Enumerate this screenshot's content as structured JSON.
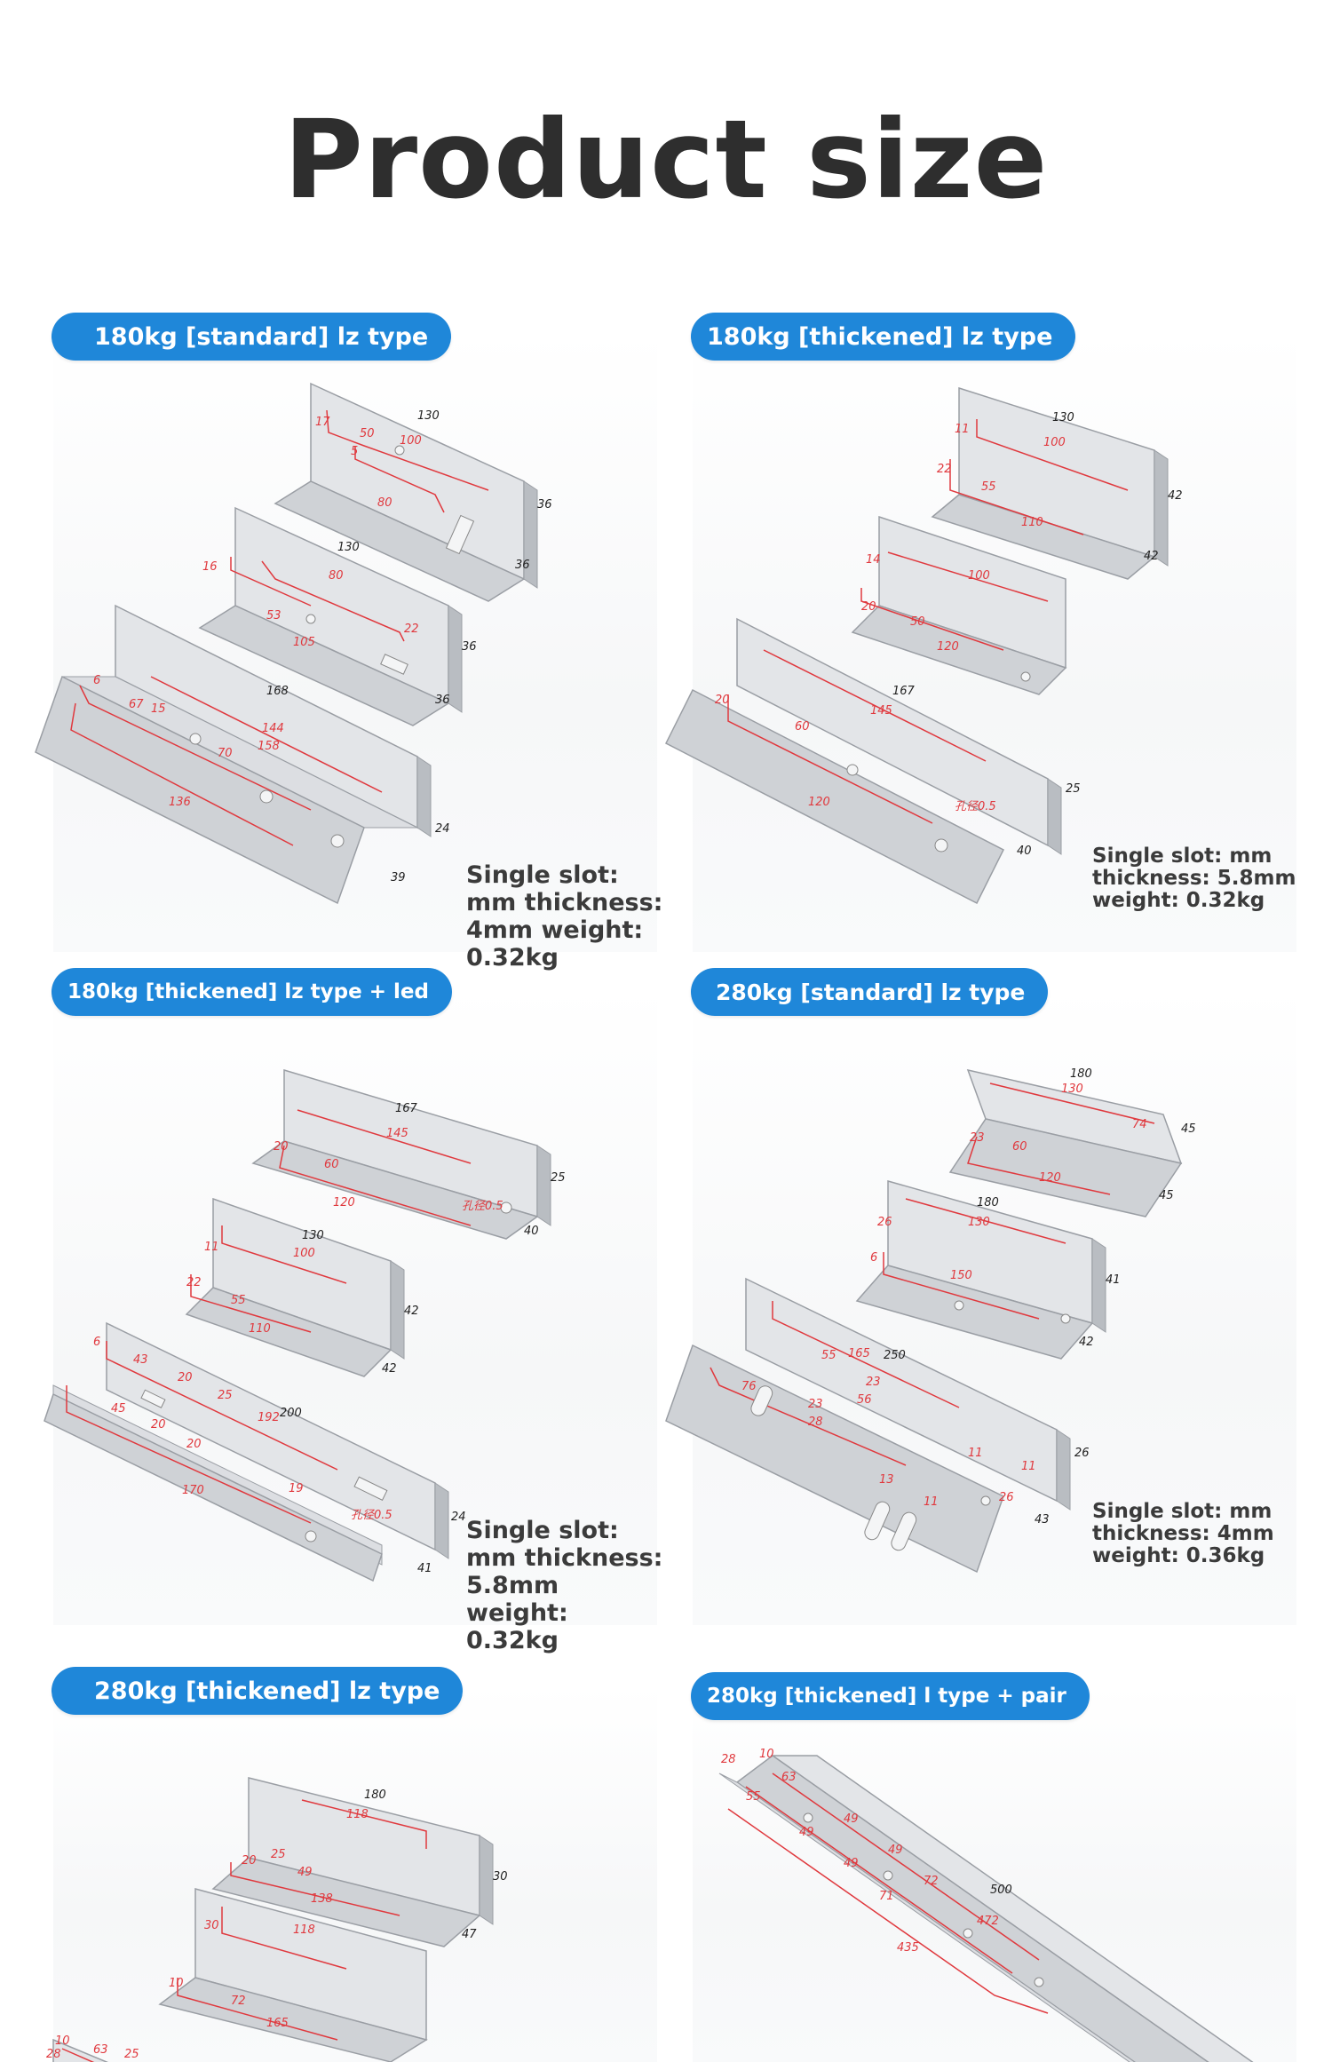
{
  "title": "Product size",
  "colors": {
    "accent": "#1f87d9",
    "dimension": "#e0393e",
    "metal": "#d9dbde"
  },
  "sections": [
    {
      "label": "180kg [standard] lz type",
      "spec_lines": [
        "Single slot: mm thickness:",
        "4mm weight: 0.32kg"
      ],
      "brackets": [
        {
          "dims": [
            "130",
            "17",
            "50",
            "100",
            "5",
            "80",
            "36",
            "36"
          ]
        },
        {
          "dims": [
            "130",
            "16",
            "80",
            "53",
            "105",
            "22",
            "36",
            "36"
          ]
        },
        {
          "dims": [
            "168",
            "6",
            "67",
            "15",
            "144",
            "158",
            "70",
            "136",
            "24",
            "39"
          ]
        }
      ]
    },
    {
      "label": "180kg [thickened] lz type",
      "spec_lines": [
        "Single slot: mm",
        "thickness: 5.8mm",
        "weight: 0.32kg"
      ],
      "brackets": [
        {
          "dims": [
            "130",
            "11",
            "100",
            "22",
            "55",
            "110",
            "42",
            "42"
          ]
        },
        {
          "dims": [
            "14",
            "100",
            "20",
            "50",
            "120"
          ]
        },
        {
          "dims": [
            "167",
            "20",
            "145",
            "60",
            "120",
            "孔径0.5",
            "25",
            "40"
          ]
        }
      ]
    },
    {
      "label": "180kg [thickened] lz type + led",
      "spec_lines": [
        "Single slot: mm thickness:",
        "5.8mm weight: 0.32kg"
      ],
      "brackets": [
        {
          "dims": [
            "167",
            "20",
            "145",
            "60",
            "120",
            "孔径0.5",
            "25",
            "40"
          ]
        },
        {
          "dims": [
            "130",
            "11",
            "100",
            "22",
            "55",
            "110",
            "42",
            "42"
          ]
        },
        {
          "dims": [
            "200",
            "6",
            "43",
            "20",
            "25",
            "192",
            "45",
            "20",
            "20",
            "170",
            "19",
            "孔径0.5",
            "24",
            "41"
          ]
        }
      ]
    },
    {
      "label": "280kg [standard] lz type",
      "spec_lines": [
        "Single slot: mm",
        "thickness: 4mm",
        "weight: 0.36kg"
      ],
      "brackets": [
        {
          "dims": [
            "180",
            "130",
            "74",
            "23",
            "60",
            "120",
            "45",
            "45"
          ]
        },
        {
          "dims": [
            "180",
            "26",
            "130",
            "6",
            "150",
            "41",
            "42"
          ]
        },
        {
          "dims": [
            "250",
            "55",
            "165",
            "23",
            "56",
            "76",
            "23",
            "28",
            "11",
            "11",
            "13",
            "11",
            "26",
            "26",
            "43"
          ]
        }
      ]
    },
    {
      "label": "280kg [thickened] lz type",
      "spec_lines": [],
      "brackets": [
        {
          "dims": [
            "180",
            "118",
            "20",
            "25",
            "49",
            "138",
            "30",
            "47"
          ]
        },
        {
          "dims": [
            "30",
            "118",
            "10",
            "72",
            "165"
          ]
        },
        {
          "dims": [
            "10",
            "63",
            "28",
            "25"
          ]
        }
      ]
    },
    {
      "label": "280kg [thickened] l type + pair",
      "spec_lines": [],
      "brackets": [
        {
          "dims": [
            "10",
            "28",
            "63",
            "55",
            "49",
            "49",
            "49",
            "49",
            "72",
            "71",
            "472",
            "500",
            "435"
          ]
        }
      ]
    }
  ]
}
